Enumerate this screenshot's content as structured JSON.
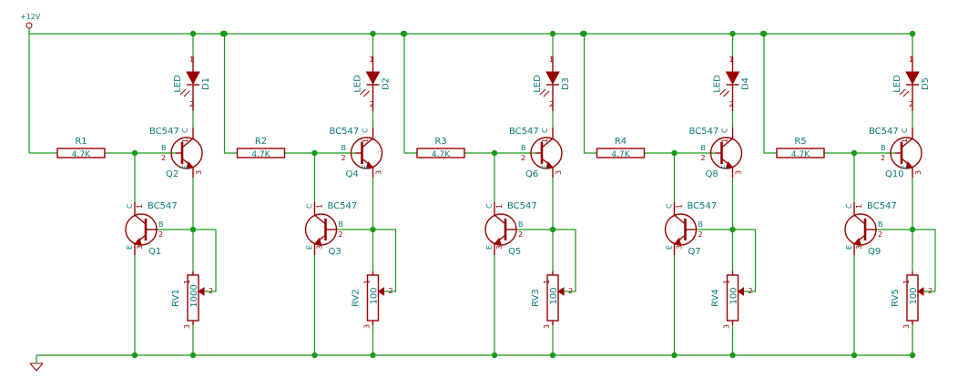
{
  "supply": {
    "label": "+12V"
  },
  "stages": [
    {
      "resistor": {
        "ref": "R1",
        "value": "4.7K"
      },
      "q_top": {
        "ref": "Q2",
        "type": "BC547"
      },
      "q_bot": {
        "ref": "Q1",
        "type": "BC547"
      },
      "led": {
        "ref": "D1",
        "type": "LED"
      },
      "pot": {
        "ref": "RV1",
        "value": "1000"
      }
    },
    {
      "resistor": {
        "ref": "R2",
        "value": "4.7K"
      },
      "q_top": {
        "ref": "Q4",
        "type": "BC547"
      },
      "q_bot": {
        "ref": "Q3",
        "type": "BC547"
      },
      "led": {
        "ref": "D2",
        "type": "LED"
      },
      "pot": {
        "ref": "RV2",
        "value": "100"
      }
    },
    {
      "resistor": {
        "ref": "R3",
        "value": "4.7K"
      },
      "q_top": {
        "ref": "Q6",
        "type": "BC547"
      },
      "q_bot": {
        "ref": "Q5",
        "type": "BC547"
      },
      "led": {
        "ref": "D3",
        "type": "LED"
      },
      "pot": {
        "ref": "RV3",
        "value": "100"
      }
    },
    {
      "resistor": {
        "ref": "R4",
        "value": "4.7K"
      },
      "q_top": {
        "ref": "Q8",
        "type": "BC547"
      },
      "q_bot": {
        "ref": "Q7",
        "type": "BC547"
      },
      "led": {
        "ref": "D4",
        "type": "LED"
      },
      "pot": {
        "ref": "RV4",
        "value": "100"
      }
    },
    {
      "resistor": {
        "ref": "R5",
        "value": "4.7K"
      },
      "q_top": {
        "ref": "Q10",
        "type": "BC547"
      },
      "q_bot": {
        "ref": "Q9",
        "type": "BC547"
      },
      "led": {
        "ref": "D5",
        "type": "LED"
      },
      "pot": {
        "ref": "RV5",
        "value": "100"
      }
    }
  ],
  "pins": {
    "p1": "1",
    "p2": "2",
    "p3": "3",
    "b": "B",
    "c": "C",
    "e": "E"
  }
}
